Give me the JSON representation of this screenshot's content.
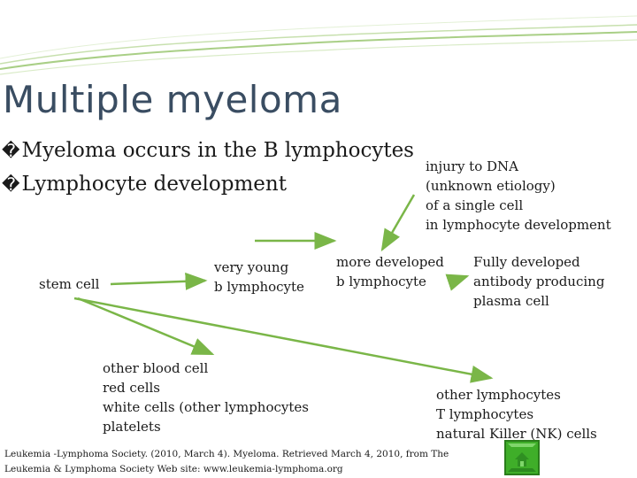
{
  "slide": {
    "title": "Multiple myeloma",
    "bullets": [
      {
        "glyph": "�",
        "text": "Myeloma  occurs in  the B lymphocytes"
      },
      {
        "glyph": "�",
        "text": "Lymphocyte development"
      }
    ],
    "injury_note": [
      "injury to DNA",
      "(unknown etiology)",
      "of a single cell",
      "in lymphocyte development"
    ],
    "nodes": {
      "stem_cell": "stem cell",
      "very_young": [
        "very young",
        "b lymphocyte"
      ],
      "more_developed": [
        "more developed",
        "b lymphocyte"
      ],
      "fully_developed": [
        "Fully developed",
        "antibody producing",
        "plasma cell"
      ],
      "other_blood": [
        "other blood cell",
        "red cells",
        "white cells (other lymphocytes",
        "platelets"
      ],
      "other_lymph": [
        "other lymphocytes",
        "T lymphocytes",
        "natural Killer (NK) cells"
      ]
    },
    "citation": [
      "Leukemia -Lymphoma Society. (2010, March 4). Myeloma. Retrieved March 4, 2010, from The",
      "Leukemia & Lymphoma Society Web site: www.leukemia-lymphoma.org"
    ],
    "colors": {
      "title": "#3a4d62",
      "arrow": "#7ab648",
      "button": "#3fae29",
      "wave": "#9cc47a"
    },
    "nav_icon": "home-button-icon"
  }
}
